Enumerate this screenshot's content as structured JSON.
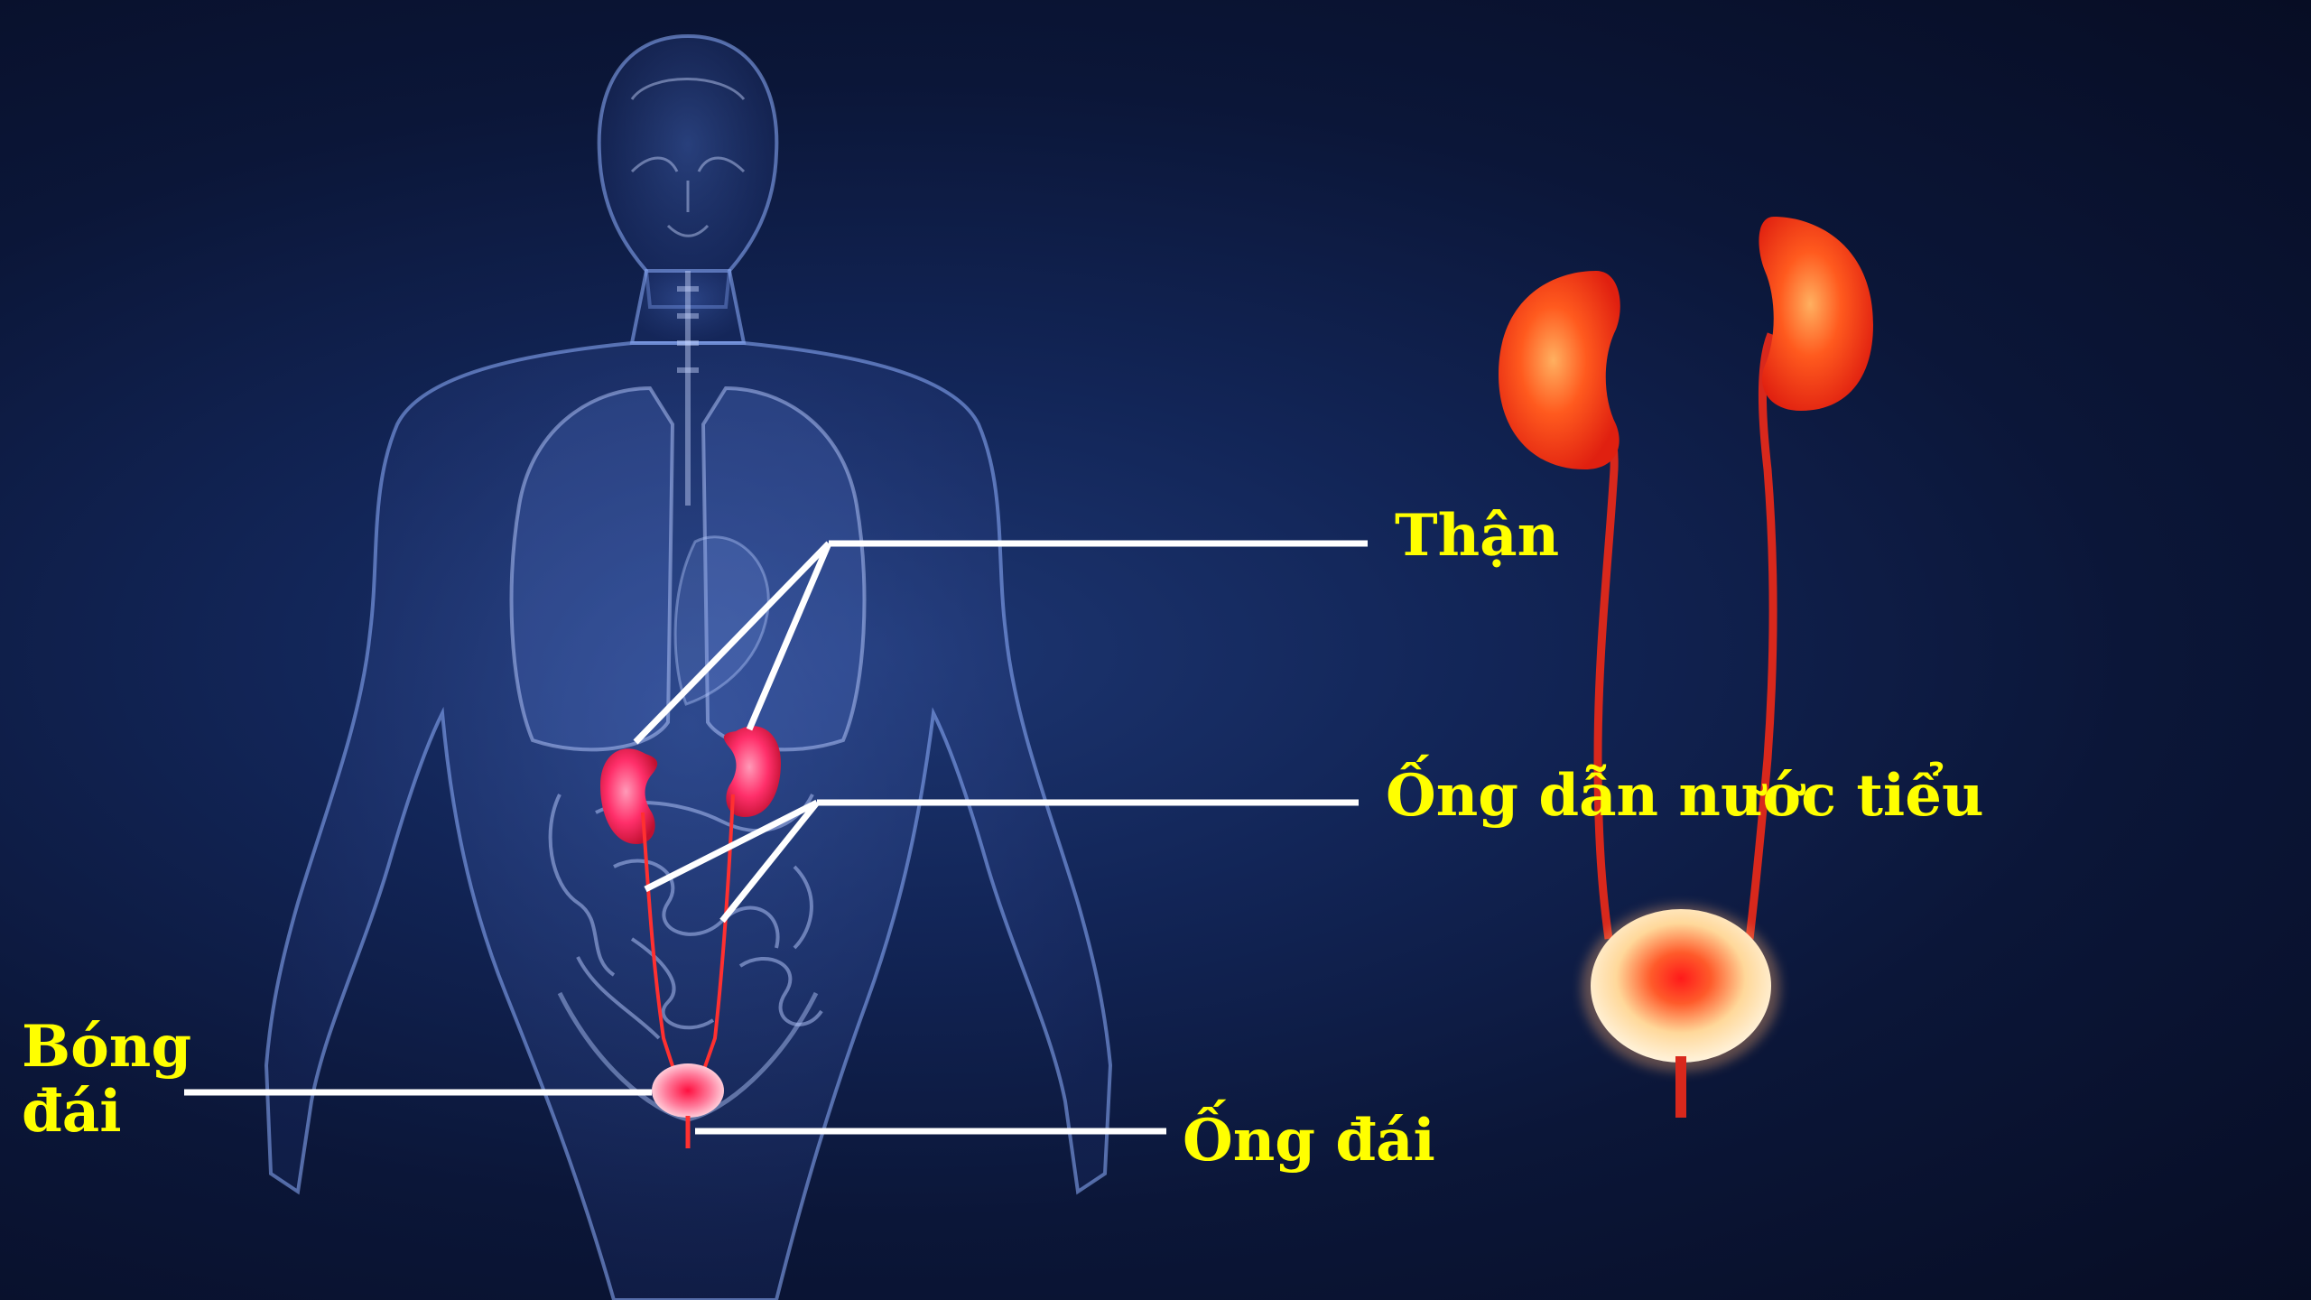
{
  "labels": {
    "kidney": "Thận",
    "ureter": "Ống dẫn nước tiểu",
    "bladder_line1": "Bóng",
    "bladder_line2": "đái",
    "urethra": "Ống đái"
  },
  "colors": {
    "background": "#0f1d45",
    "label_text": "#ffff00",
    "leader_line": "#ffffff",
    "organ": "#ff3a1a",
    "body": "#6f93dc"
  },
  "illustrations": [
    "human-body-xray",
    "urinary-system-closeup"
  ]
}
